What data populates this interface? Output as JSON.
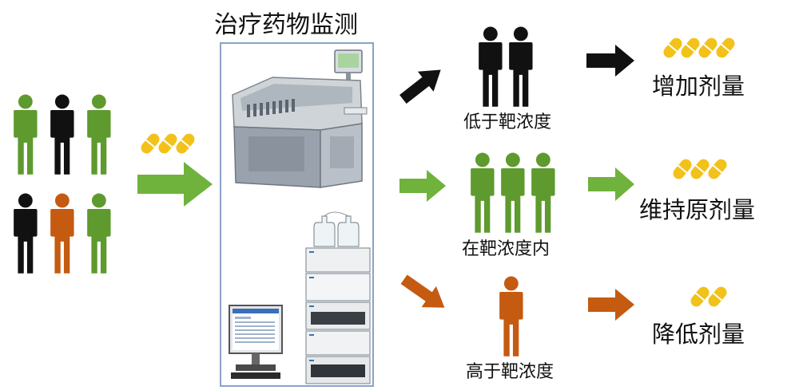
{
  "title": "治疗药物监测",
  "colors": {
    "green": "#5e9a2e",
    "black": "#111111",
    "orange": "#c55a11",
    "pill": "#f2c21b",
    "arrow_green": "#6fb23c",
    "arrow_black": "#111111",
    "arrow_orange": "#c55a11",
    "panel_border": "#8aa2c8"
  },
  "population": {
    "row1": [
      "green",
      "black",
      "green"
    ],
    "row2": [
      "black",
      "orange",
      "green"
    ]
  },
  "input_pills": 3,
  "tiers": [
    {
      "label": "低于靶浓度",
      "people_color": "black",
      "people_count": 2,
      "arrow": "black",
      "pills": 4,
      "outcome": "增加剂量"
    },
    {
      "label": "在靶浓度内",
      "people_color": "green",
      "people_count": 3,
      "arrow": "green",
      "pills": 3,
      "outcome": "维持原剂量"
    },
    {
      "label": "高于靶浓度",
      "people_color": "orange",
      "people_count": 1,
      "arrow": "orange",
      "pills": 2,
      "outcome": "降低剂量"
    }
  ],
  "icons": {
    "person": "person-icon",
    "pill": "pill-icon",
    "arrow": "arrow-icon",
    "analyzer": "clinical-analyzer-icon",
    "hplc": "hplc-instrument-icon",
    "monitor": "computer-monitor-icon"
  }
}
